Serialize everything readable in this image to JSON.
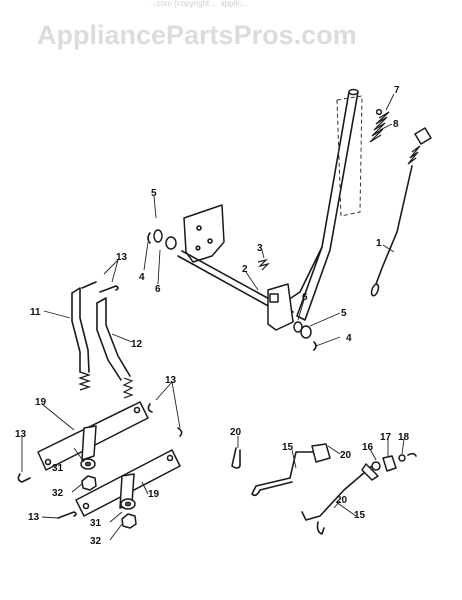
{
  "watermark": {
    "text": "AppliancePartsPros.com",
    "top_fragment": "...com (copyright ... applic..."
  },
  "diagram": {
    "callouts": [
      {
        "id": "c7",
        "text": "7"
      },
      {
        "id": "c8",
        "text": "8"
      },
      {
        "id": "c5a",
        "text": "5"
      },
      {
        "id": "c3",
        "text": "3"
      },
      {
        "id": "c1",
        "text": "1"
      },
      {
        "id": "c13a",
        "text": "13"
      },
      {
        "id": "c4a",
        "text": "4"
      },
      {
        "id": "c6a",
        "text": "6"
      },
      {
        "id": "c2",
        "text": "2"
      },
      {
        "id": "c11",
        "text": "11"
      },
      {
        "id": "c12",
        "text": "12"
      },
      {
        "id": "c6b",
        "text": "6"
      },
      {
        "id": "c5b",
        "text": "5"
      },
      {
        "id": "c4b",
        "text": "4"
      },
      {
        "id": "c13b",
        "text": "13"
      },
      {
        "id": "c19a",
        "text": "19"
      },
      {
        "id": "c13c",
        "text": "13"
      },
      {
        "id": "c20a",
        "text": "20"
      },
      {
        "id": "c15a",
        "text": "15"
      },
      {
        "id": "c20b",
        "text": "20"
      },
      {
        "id": "c16",
        "text": "16"
      },
      {
        "id": "c17",
        "text": "17"
      },
      {
        "id": "c18",
        "text": "18"
      },
      {
        "id": "c31a",
        "text": "31"
      },
      {
        "id": "c32a",
        "text": "32"
      },
      {
        "id": "c19b",
        "text": "19"
      },
      {
        "id": "c20c",
        "text": "20"
      },
      {
        "id": "c15b",
        "text": "15"
      },
      {
        "id": "c13d",
        "text": "13"
      },
      {
        "id": "c31b",
        "text": "31"
      },
      {
        "id": "c32b",
        "text": "32"
      }
    ]
  }
}
